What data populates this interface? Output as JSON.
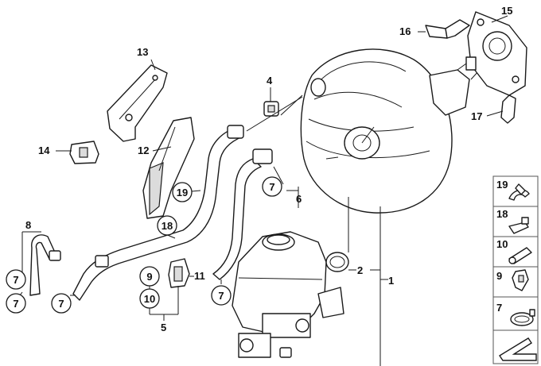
{
  "callouts": {
    "p1": "1",
    "p2": "2",
    "p4": "4",
    "p5": "5",
    "p6": "6",
    "p7a": "7",
    "p7b": "7",
    "p7c": "7",
    "p7d": "7",
    "p7e": "7",
    "p8": "8",
    "p9": "9",
    "p10": "10",
    "p11": "11",
    "p12": "12",
    "p13": "13",
    "p14": "14",
    "p15": "15",
    "p16": "16",
    "p17": "17",
    "p18": "18",
    "p19": "19"
  },
  "legend": {
    "items": [
      "19",
      "18",
      "10",
      "9",
      "7"
    ]
  }
}
